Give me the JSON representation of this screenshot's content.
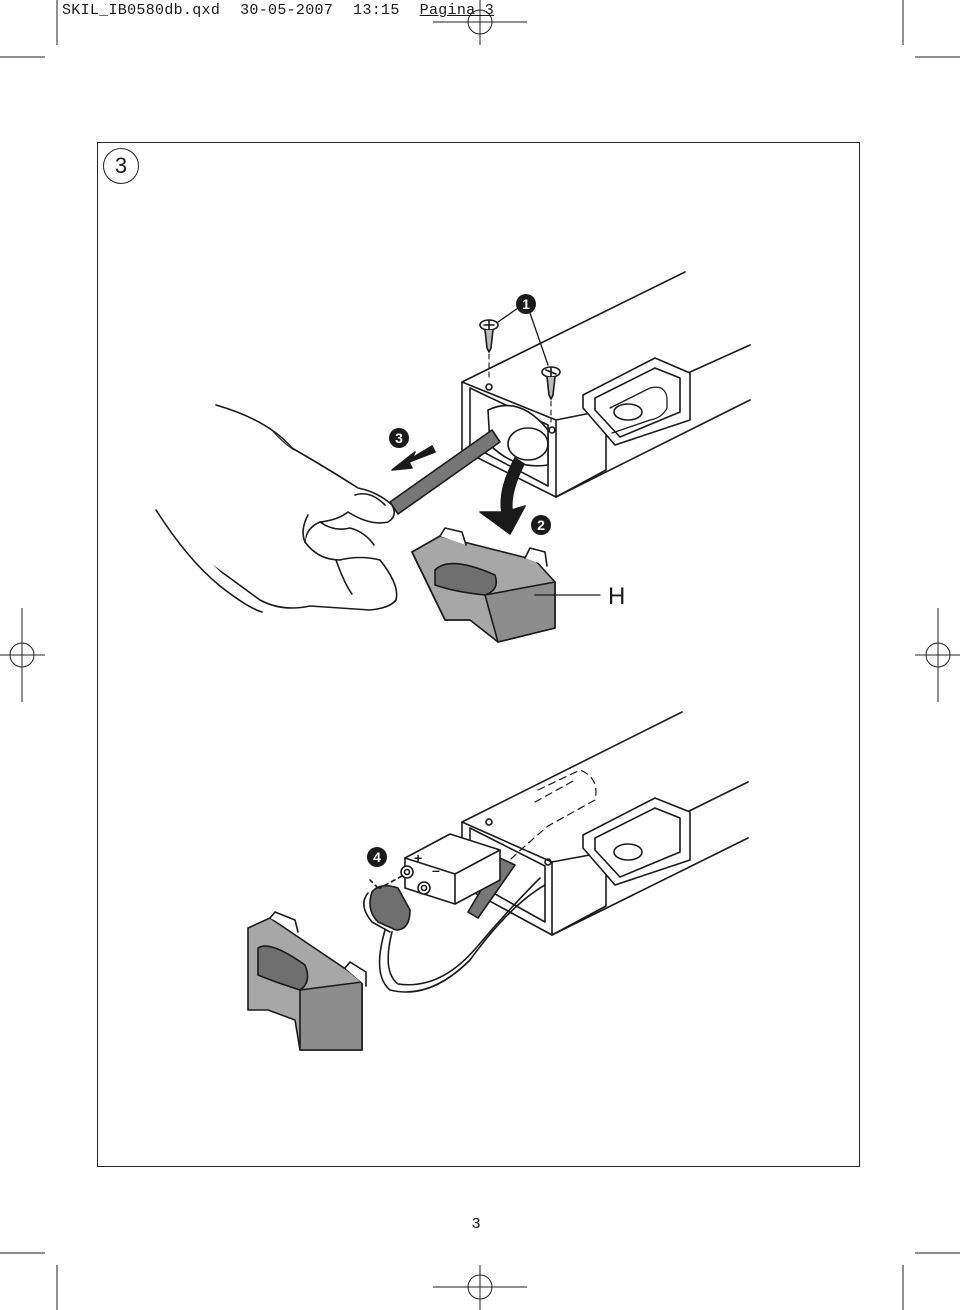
{
  "header": {
    "filename": "SKIL_IB0580db.qxd",
    "date": "30-05-2007",
    "time": "13:15",
    "page_label": "Pagina 3"
  },
  "figure": {
    "number": "3",
    "steps": {
      "s1": "1",
      "s2": "2",
      "s3": "3",
      "s4": "4"
    },
    "part_label": "H",
    "battery_plus": "+",
    "battery_minus": "–"
  },
  "footer": {
    "page_number": "3"
  },
  "colors": {
    "line": "#1a1a1a",
    "grey_part": "#9a9a9a",
    "dark_part": "#6b6b6b"
  },
  "icons": [
    "crop-mark",
    "registration-mark",
    "screw-icon",
    "arrow-icon",
    "hand-illustration",
    "battery-illustration"
  ]
}
